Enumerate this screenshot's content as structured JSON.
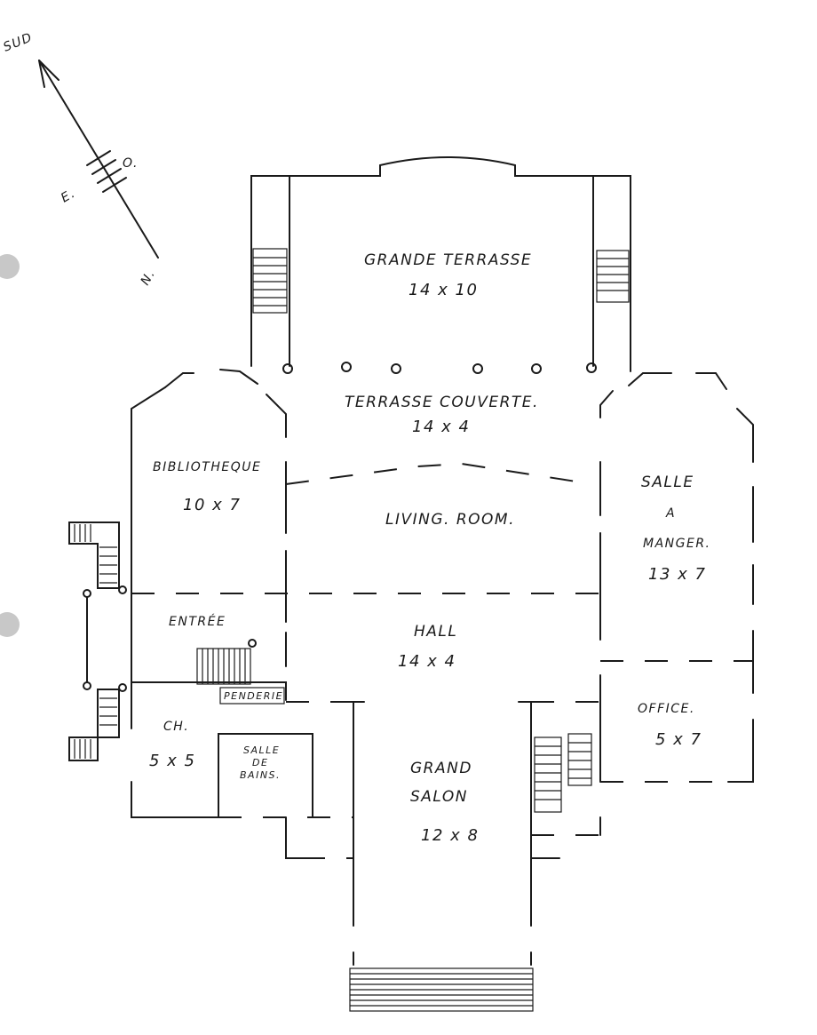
{
  "compass": {
    "south": "SUD",
    "east": "E.",
    "west": "O.",
    "north": "N."
  },
  "rooms": {
    "grande_terrasse": {
      "name": "GRANDE TERRASSE",
      "dims": "14 x 10"
    },
    "terrasse_couverte": {
      "name": "TERRASSE COUVERTE.",
      "dims": "14 x 4"
    },
    "bibliotheque": {
      "name": "BIBLIOTHEQUE",
      "dims": "10 x 7"
    },
    "living_room": {
      "name": "LIVING. ROOM."
    },
    "salle_a_manger": {
      "line1": "SALLE",
      "line2": "A",
      "line3": "MANGER.",
      "dims": "13 x 7"
    },
    "entree": {
      "name": "ENTRÉE"
    },
    "hall": {
      "name": "HALL",
      "dims": "14 x 4"
    },
    "penderie": {
      "name": "PENDERIE"
    },
    "chambre": {
      "name": "CH.",
      "dims": "5 x 5"
    },
    "salle_de_bains": {
      "line1": "SALLE",
      "line2": "DE",
      "line3": "BAINS."
    },
    "office": {
      "name": "OFFICE.",
      "dims": "5 x 7"
    },
    "grand_salon": {
      "line1": "GRAND",
      "line2": "SALON",
      "dims": "12 x 8"
    }
  }
}
